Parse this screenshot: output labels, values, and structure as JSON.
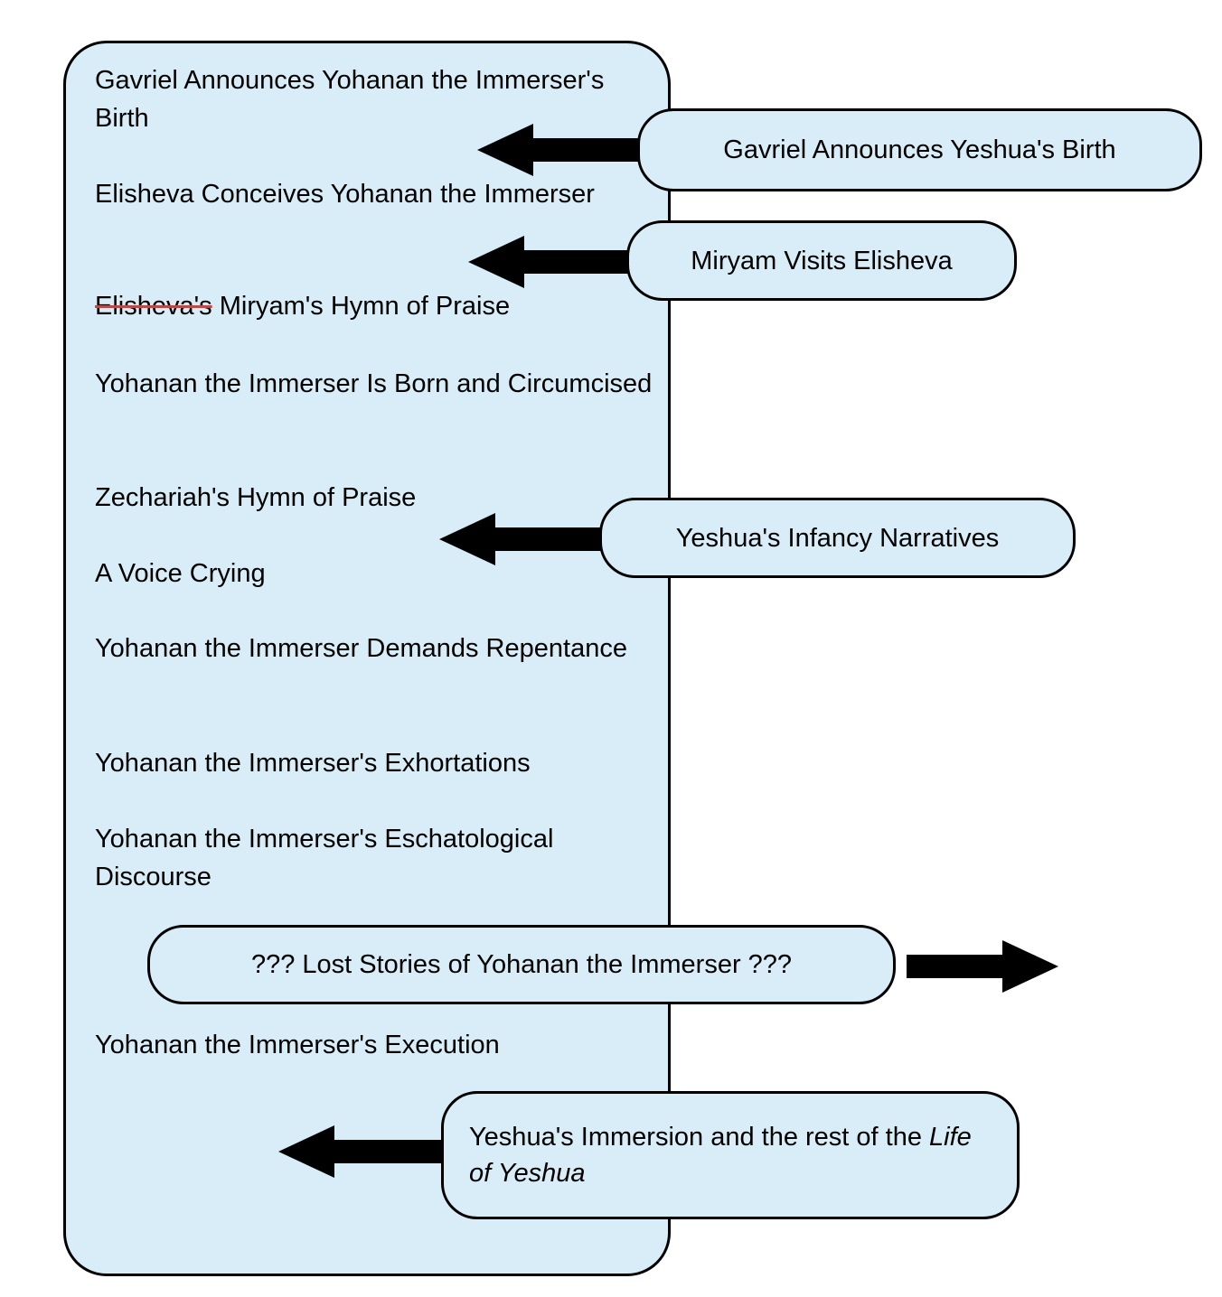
{
  "colors": {
    "panel_fill": "#d8edf7",
    "outline": "#000000",
    "arrow": "#000000",
    "strike": "#b94a48"
  },
  "panel": {
    "items": [
      {
        "label": "Gavriel Announces Yohanan the Immerser's Birth"
      },
      {
        "label": "Elisheva Conceives Yohanan the Immerser"
      },
      {
        "struck": "Elisheva's",
        "label": "Miryam's Hymn of Praise"
      },
      {
        "label": "Yohanan the Immerser Is Born and Circumcised"
      },
      {
        "label": "Zechariah's Hymn of Praise"
      },
      {
        "label": "A Voice Crying"
      },
      {
        "label": "Yohanan the Immerser Demands Repentance"
      },
      {
        "label": "Yohanan the Immerser's Exhortations"
      },
      {
        "label": "Yohanan the Immerser's Eschatological Discourse"
      },
      {
        "label": "Yohanan the Immerser's Execution"
      }
    ],
    "lost_stories": {
      "label": "??? Lost Stories of Yohanan the Immerser ???"
    }
  },
  "callouts": [
    {
      "label": "Gavriel Announces Yeshua's Birth"
    },
    {
      "label": "Miryam Visits Elisheva"
    },
    {
      "label": "Yeshua's Infancy Narratives"
    },
    {
      "text": "Yeshua's Immersion and the rest of the",
      "italic": "Life of Yeshua"
    }
  ]
}
